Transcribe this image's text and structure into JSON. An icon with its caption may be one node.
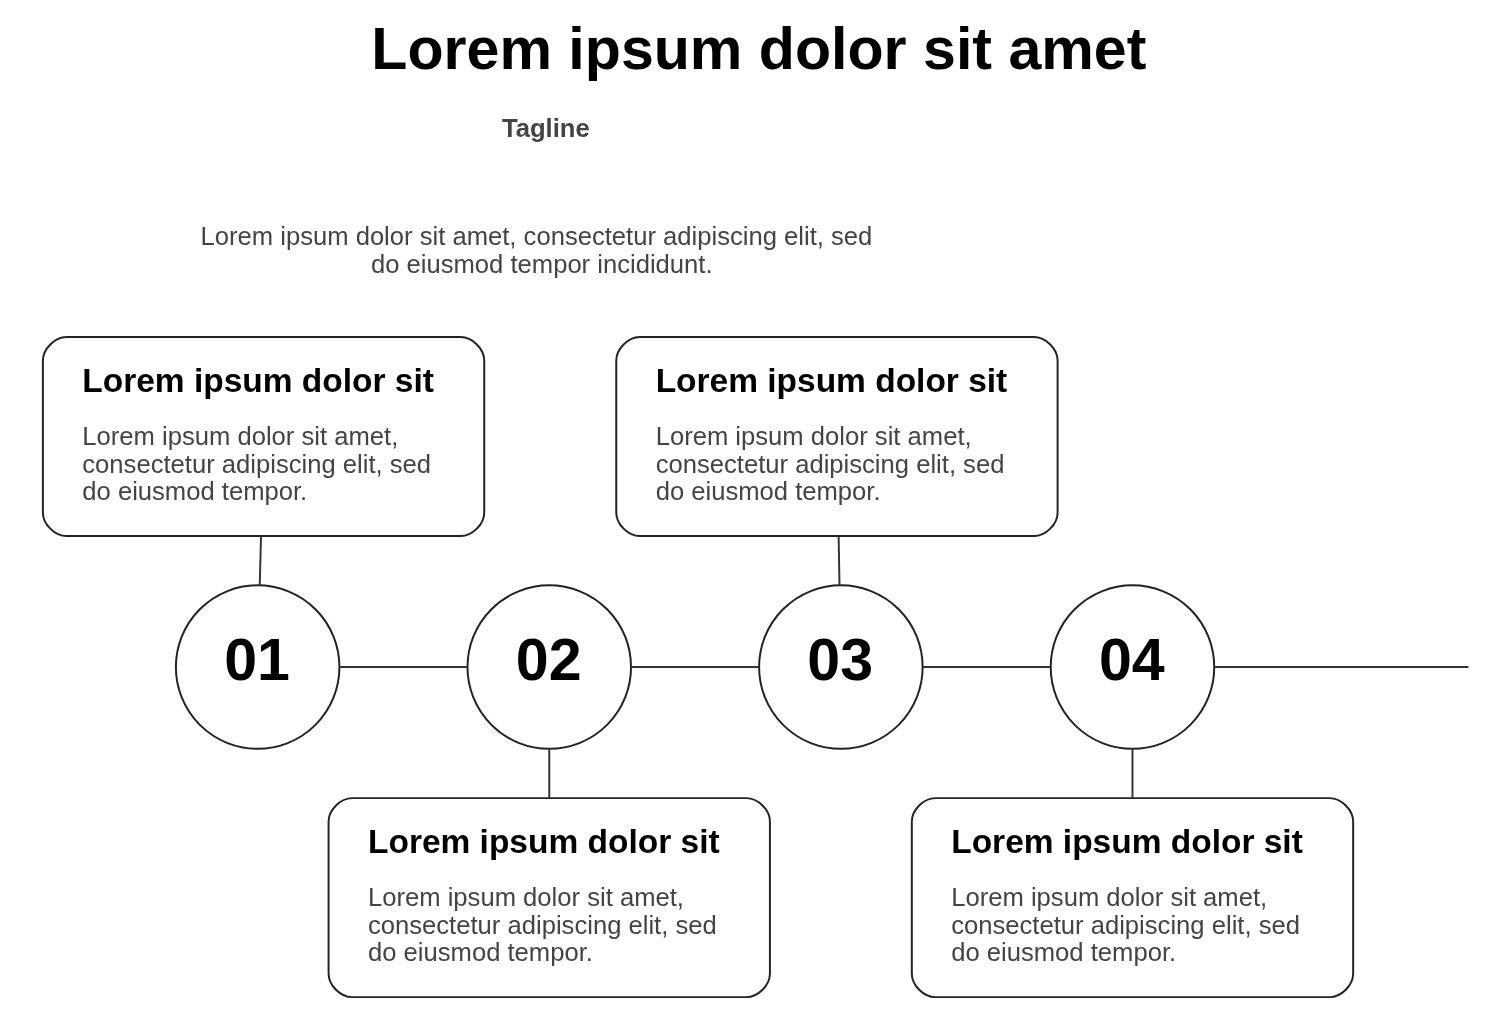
{
  "diagram": {
    "title": "Lorem ipsum dolor sit amet",
    "nodes": [
      {
        "text": [
          "Lorem ipsum dolor sit",
          "Lorem ipsum dolor sit amet, consectetur adipiscing elit, sed do eiusmod tempor."
        ]
      },
      {
        "text": [
          "Lorem ipsum dolor sit",
          "Lorem ipsum dolor sit amet, consectetur adipiscing elit, sed do eiusmod tempor."
        ]
      },
      {
        "text": [
          "01"
        ]
      },
      {
        "text": [
          "02"
        ]
      },
      {
        "text": [
          "03"
        ]
      },
      {
        "text": [
          "04"
        ]
      },
      {
        "text": [
          "Lorem ipsum dolor sit",
          "Lorem ipsum dolor sit amet, consectetur adipiscing elit, sed do eiusmod tempor."
        ]
      },
      {
        "text": [
          "Lorem ipsum dolor sit",
          "Lorem ipsum dolor sit amet, consectetur adipiscing elit, sed do eiusmod tempor."
        ]
      }
    ],
    "edges": [
      {
        "from": 0,
        "to": 2,
        "arrow": "none"
      },
      {
        "from": 1,
        "to": 4,
        "arrow": "none"
      },
      {
        "from": 2,
        "to": 3,
        "arrow": "none"
      },
      {
        "from": 3,
        "to": 4,
        "arrow": "none"
      },
      {
        "from": 4,
        "to": 5,
        "arrow": "none"
      },
      {
        "from": 5,
        "to": null,
        "arrow": "none"
      },
      {
        "from": 3,
        "to": 6,
        "arrow": "none"
      },
      {
        "from": 5,
        "to": 7,
        "arrow": "none"
      }
    ],
    "labels": [
      "Tagline",
      "Lorem ipsum dolor sit amet, consectetur adipiscing elit, sed do eiusmod tempor incididunt."
    ]
  }
}
